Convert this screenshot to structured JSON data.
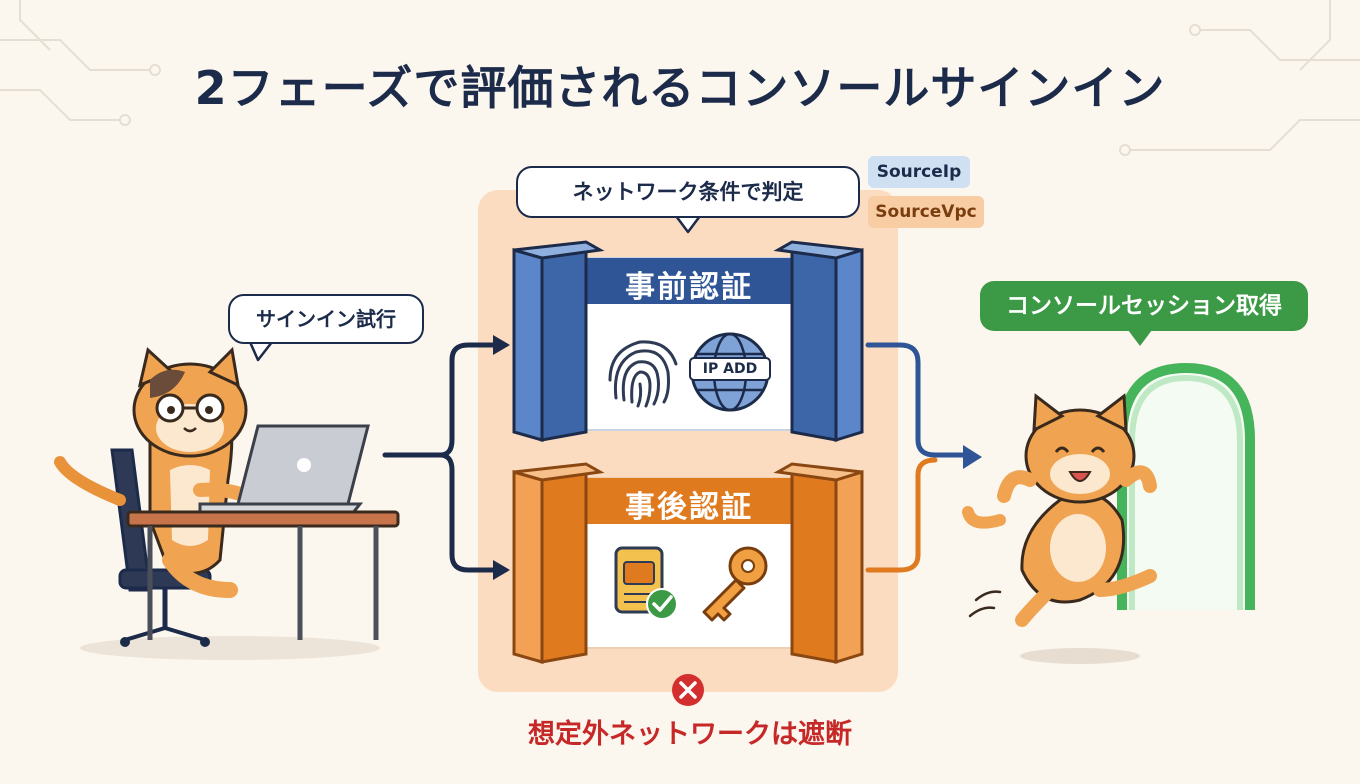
{
  "title": "2フェーズで評価されるコンソールサインイン",
  "bubbles": {
    "signin": "サインイン試行",
    "network": "ネットワーク条件で判定"
  },
  "tags": [
    "SourceIp",
    "SourceVpc"
  ],
  "phases": {
    "pre": {
      "title": "事前認証",
      "ip_label": "IP ADD"
    },
    "post": {
      "title": "事後認証"
    }
  },
  "success": "コンソールセッション取得",
  "blocked": "想定外ネットワークは遮断",
  "colors": {
    "navy": "#1c2b4a",
    "pre_blue": "#2f5597",
    "post_orange": "#e07a1f",
    "success_green": "#3c9a47",
    "blocked_red": "#d32f2f"
  },
  "icons": [
    "fingerprint-icon",
    "globe-icon",
    "id-card-icon",
    "check-icon",
    "key-icon",
    "laptop-icon",
    "cross-icon"
  ]
}
